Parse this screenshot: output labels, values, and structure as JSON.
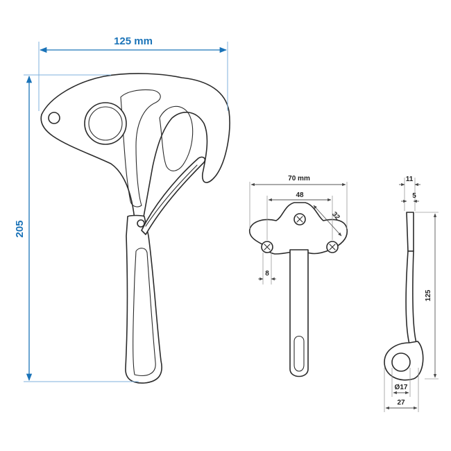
{
  "colors": {
    "main_dimension": "#1a73b8",
    "detail_dimension": "#222222",
    "outline": "#2a2a2a"
  },
  "main_view": {
    "width_label": "125 mm",
    "height_label": "205"
  },
  "front_view": {
    "overall_width_label": "70 mm",
    "hole_spacing_label": "48",
    "diagonal_label": "32",
    "hole_offset_label": "8"
  },
  "side_view": {
    "thickness_top_label": "11",
    "thickness_label": "5",
    "length_label": "125",
    "eye_diameter_label": "Ø17",
    "eye_width_label": "27"
  }
}
